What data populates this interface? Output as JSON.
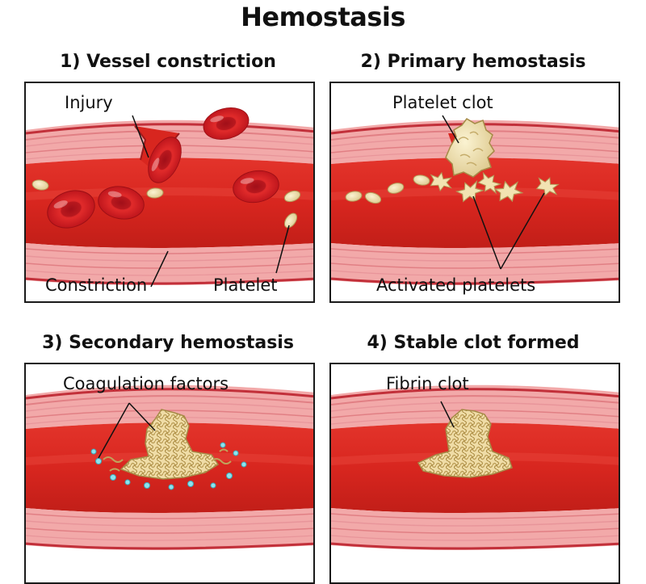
{
  "title": "Hemostasis",
  "panels": [
    {
      "heading": "1) Vessel constriction",
      "labels": {
        "injury": "Injury",
        "constriction": "Constriction",
        "platelet": "Platelet"
      }
    },
    {
      "heading": "2) Primary hemostasis",
      "labels": {
        "platelet_clot": "Platelet clot",
        "activated": "Activated platelets"
      }
    },
    {
      "heading": "3) Secondary hemostasis",
      "labels": {
        "coag": "Coagulation factors"
      }
    },
    {
      "heading": "4) Stable clot formed",
      "labels": {
        "fibrin": "Fibrin clot"
      }
    }
  ],
  "colors": {
    "blood": "#d8261f",
    "blood_dark": "#b51c17",
    "wall": "#f2a9a9",
    "wall_stripe": "#e17f84",
    "platelet": "#f0e2b0",
    "rbc": "#c8161a",
    "factor": "#8fe3ee"
  }
}
